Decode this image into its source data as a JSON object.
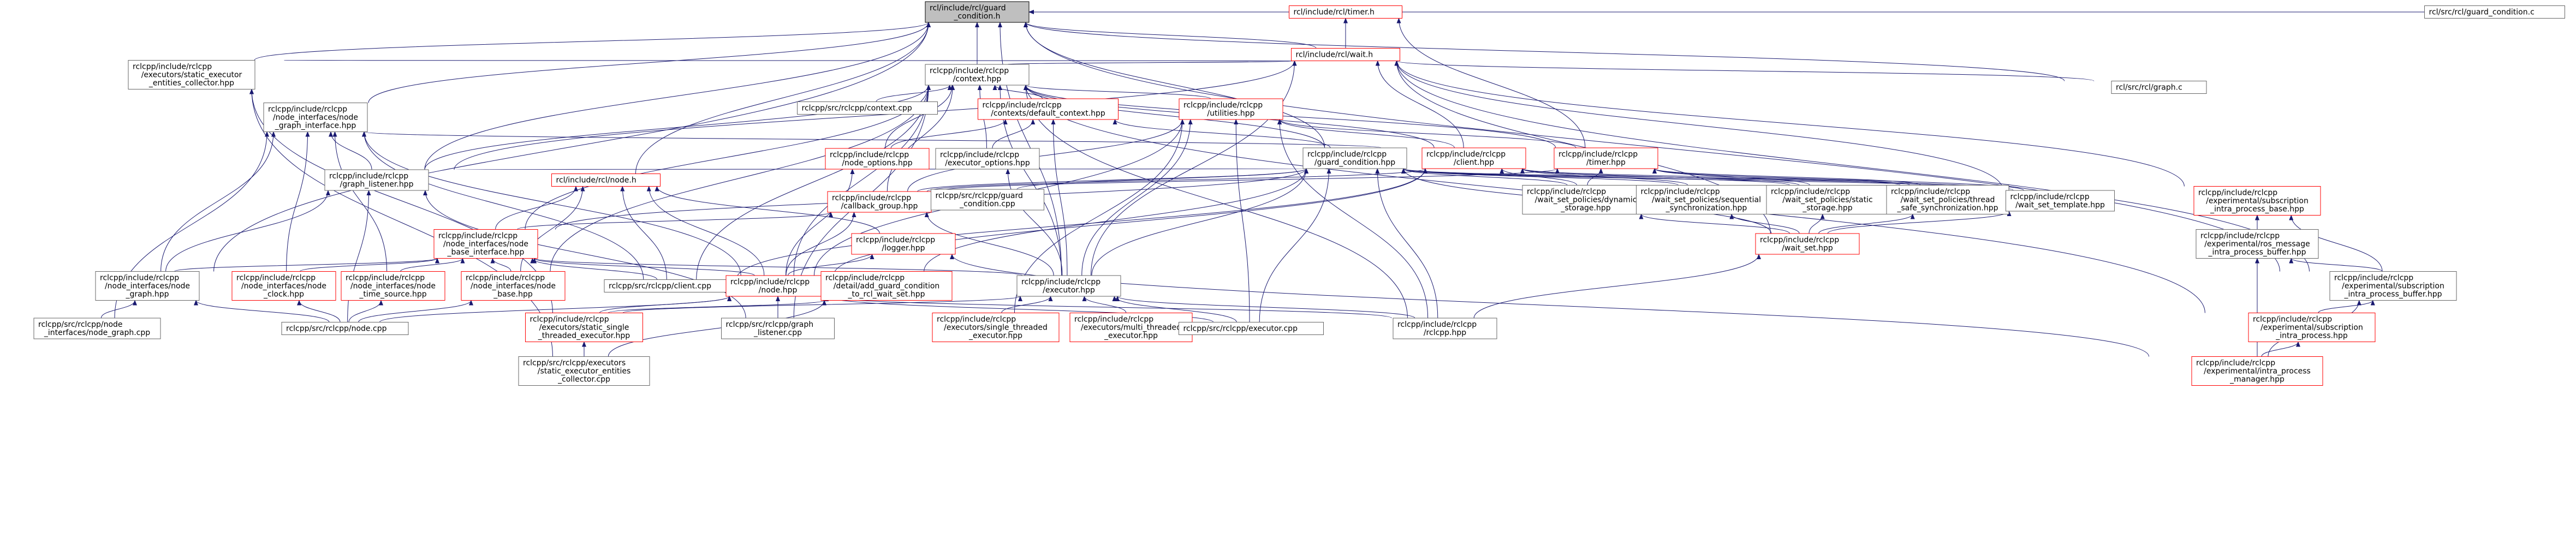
{
  "nodes": [
    {
      "id": "guard_condition_h",
      "lines": [
        "rcl/include/rcl/guard",
        "_condition.h"
      ],
      "root": true,
      "red": false
    },
    {
      "id": "timer_h",
      "lines": [
        "rcl/include/rcl/timer.h"
      ],
      "red": true
    },
    {
      "id": "wait_h",
      "lines": [
        "rcl/include/rcl/wait.h"
      ],
      "red": true
    },
    {
      "id": "guard_condition_c",
      "lines": [
        "rcl/src/rcl/guard_condition.c"
      ],
      "red": false
    },
    {
      "id": "graph_c",
      "lines": [
        "rcl/src/rcl/graph.c"
      ],
      "red": false
    },
    {
      "id": "static_executor_entities_collector_hpp",
      "lines": [
        "rclcpp/include/rclcpp",
        "/executors/static_executor",
        "_entities_collector.hpp"
      ],
      "red": false
    },
    {
      "id": "context_hpp",
      "lines": [
        "rclcpp/include/rclcpp",
        "/context.hpp"
      ],
      "red": false
    },
    {
      "id": "node_graph_interface_hpp",
      "lines": [
        "rclcpp/include/rclcpp",
        "/node_interfaces/node",
        "_graph_interface.hpp"
      ],
      "red": false
    },
    {
      "id": "context_cpp",
      "lines": [
        "rclcpp/src/rclcpp/context.cpp"
      ],
      "red": false
    },
    {
      "id": "default_context_hpp",
      "lines": [
        "rclcpp/include/rclcpp",
        "/contexts/default_context.hpp"
      ],
      "red": true
    },
    {
      "id": "utilities_hpp",
      "lines": [
        "rclcpp/include/rclcpp",
        "/utilities.hpp"
      ],
      "red": true
    },
    {
      "id": "node_options_hpp",
      "lines": [
        "rclcpp/include/rclcpp",
        "/node_options.hpp"
      ],
      "red": true
    },
    {
      "id": "executor_options_hpp",
      "lines": [
        "rclcpp/include/rclcpp",
        "/executor_options.hpp"
      ],
      "red": false
    },
    {
      "id": "guard_condition_hpp",
      "lines": [
        "rclcpp/include/rclcpp",
        "/guard_condition.hpp"
      ],
      "red": false
    },
    {
      "id": "client_hpp",
      "lines": [
        "rclcpp/include/rclcpp",
        "/client.hpp"
      ],
      "red": true
    },
    {
      "id": "timer_hpp",
      "lines": [
        "rclcpp/include/rclcpp",
        "/timer.hpp"
      ],
      "red": true
    },
    {
      "id": "graph_listener_hpp",
      "lines": [
        "rclcpp/include/rclcpp",
        "/graph_listener.hpp"
      ],
      "red": false
    },
    {
      "id": "node_h",
      "lines": [
        "rcl/include/rcl/node.h"
      ],
      "red": true
    },
    {
      "id": "callback_group_hpp",
      "lines": [
        "rclcpp/include/rclcpp",
        "/callback_group.hpp"
      ],
      "red": true
    },
    {
      "id": "guard_condition_cpp",
      "lines": [
        "rclcpp/src/rclcpp/guard",
        "_condition.cpp"
      ],
      "red": false
    },
    {
      "id": "dynamic_storage_hpp",
      "lines": [
        "rclcpp/include/rclcpp",
        "/wait_set_policies/dynamic",
        "_storage.hpp"
      ],
      "red": false
    },
    {
      "id": "sequential_sync_hpp",
      "lines": [
        "rclcpp/include/rclcpp",
        "/wait_set_policies/sequential",
        "_synchronization.hpp"
      ],
      "red": false
    },
    {
      "id": "static_storage_hpp",
      "lines": [
        "rclcpp/include/rclcpp",
        "/wait_set_policies/static",
        "_storage.hpp"
      ],
      "red": false
    },
    {
      "id": "thread_safe_sync_hpp",
      "lines": [
        "rclcpp/include/rclcpp",
        "/wait_set_policies/thread",
        "_safe_synchronization.hpp"
      ],
      "red": false
    },
    {
      "id": "wait_set_template_hpp",
      "lines": [
        "rclcpp/include/rclcpp",
        "/wait_set_template.hpp"
      ],
      "red": false
    },
    {
      "id": "subscription_intra_process_base_hpp",
      "lines": [
        "rclcpp/include/rclcpp",
        "/experimental/subscription",
        "_intra_process_base.hpp"
      ],
      "red": true
    },
    {
      "id": "node_base_interface_hpp",
      "lines": [
        "rclcpp/include/rclcpp",
        "/node_interfaces/node",
        "_base_interface.hpp"
      ],
      "red": true
    },
    {
      "id": "logger_hpp",
      "lines": [
        "rclcpp/include/rclcpp",
        "/logger.hpp"
      ],
      "red": true
    },
    {
      "id": "wait_set_hpp",
      "lines": [
        "rclcpp/include/rclcpp",
        "/wait_set.hpp"
      ],
      "red": true
    },
    {
      "id": "ros_message_intra_process_buffer_hpp",
      "lines": [
        "rclcpp/include/rclcpp",
        "/experimental/ros_message",
        "_intra_process_buffer.hpp"
      ],
      "red": false
    },
    {
      "id": "node_graph_hpp",
      "lines": [
        "rclcpp/include/rclcpp",
        "/node_interfaces/node",
        "_graph.hpp"
      ],
      "red": false
    },
    {
      "id": "node_clock_hpp",
      "lines": [
        "rclcpp/include/rclcpp",
        "/node_interfaces/node",
        "_clock.hpp"
      ],
      "red": true
    },
    {
      "id": "node_time_source_hpp",
      "lines": [
        "rclcpp/include/rclcpp",
        "/node_interfaces/node",
        "_time_source.hpp"
      ],
      "red": true
    },
    {
      "id": "node_base_hpp",
      "lines": [
        "rclcpp/include/rclcpp",
        "/node_interfaces/node",
        "_base.hpp"
      ],
      "red": true
    },
    {
      "id": "client_cpp",
      "lines": [
        "rclcpp/src/rclcpp/client.cpp"
      ],
      "red": false
    },
    {
      "id": "node_hpp",
      "lines": [
        "rclcpp/include/rclcpp",
        "/node.hpp"
      ],
      "red": true
    },
    {
      "id": "add_guard_condition_hpp",
      "lines": [
        "rclcpp/include/rclcpp",
        "/detail/add_guard_condition",
        "_to_rcl_wait_set.hpp"
      ],
      "red": true
    },
    {
      "id": "executor_hpp",
      "lines": [
        "rclcpp/include/rclcpp",
        "/executor.hpp"
      ],
      "red": false
    },
    {
      "id": "subscription_intra_process_buffer_hpp",
      "lines": [
        "rclcpp/include/rclcpp",
        "/experimental/subscription",
        "_intra_process_buffer.hpp"
      ],
      "red": false
    },
    {
      "id": "node_graph_cpp",
      "lines": [
        "rclcpp/src/rclcpp/node",
        "_interfaces/node_graph.cpp"
      ],
      "red": false
    },
    {
      "id": "node_cpp",
      "lines": [
        "rclcpp/src/rclcpp/node.cpp"
      ],
      "red": false
    },
    {
      "id": "static_single_threaded_executor_hpp",
      "lines": [
        "rclcpp/include/rclcpp",
        "/executors/static_single",
        "_threaded_executor.hpp"
      ],
      "red": true
    },
    {
      "id": "graph_listener_cpp",
      "lines": [
        "rclcpp/src/rclcpp/graph",
        "_listener.cpp"
      ],
      "red": false
    },
    {
      "id": "single_threaded_executor_hpp",
      "lines": [
        "rclcpp/include/rclcpp",
        "/executors/single_threaded",
        "_executor.hpp"
      ],
      "red": true
    },
    {
      "id": "multi_threaded_executor_hpp",
      "lines": [
        "rclcpp/include/rclcpp",
        "/executors/multi_threaded",
        "_executor.hpp"
      ],
      "red": true
    },
    {
      "id": "executor_cpp",
      "lines": [
        "rclcpp/src/rclcpp/executor.cpp"
      ],
      "red": false
    },
    {
      "id": "rclcpp_hpp",
      "lines": [
        "rclcpp/include/rclcpp",
        "/rclcpp.hpp"
      ],
      "red": false
    },
    {
      "id": "subscription_intra_process_hpp",
      "lines": [
        "rclcpp/include/rclcpp",
        "/experimental/subscription",
        "_intra_process.hpp"
      ],
      "red": true
    },
    {
      "id": "static_executor_entities_collector_cpp",
      "lines": [
        "rclcpp/src/rclcpp/executors",
        "/static_executor_entities",
        "_collector.cpp"
      ],
      "red": false
    },
    {
      "id": "intra_process_manager_hpp",
      "lines": [
        "rclcpp/include/rclcpp",
        "/experimental/intra_process",
        "_manager.hpp"
      ],
      "red": true
    }
  ],
  "edges": [
    [
      "guard_condition_c",
      "guard_condition_h"
    ],
    [
      "timer_h",
      "guard_condition_h"
    ],
    [
      "wait_h",
      "guard_condition_h"
    ],
    [
      "graph_c",
      "guard_condition_h"
    ],
    [
      "static_executor_entities_collector_hpp",
      "guard_condition_h"
    ],
    [
      "context_hpp",
      "guard_condition_h"
    ],
    [
      "node_graph_interface_hpp",
      "guard_condition_h"
    ],
    [
      "guard_condition_hpp",
      "guard_condition_h"
    ],
    [
      "graph_listener_hpp",
      "guard_condition_h"
    ],
    [
      "node_h",
      "guard_condition_h"
    ],
    [
      "node_graph_hpp",
      "guard_condition_h"
    ],
    [
      "executor_hpp",
      "guard_condition_h"
    ],
    [
      "subscription_intra_process_buffer_hpp",
      "guard_condition_h"
    ],
    [
      "wait_h",
      "timer_h"
    ],
    [
      "timer_hpp",
      "timer_h"
    ],
    [
      "graph_c",
      "wait_h"
    ],
    [
      "static_executor_entities_collector_hpp",
      "wait_h"
    ],
    [
      "context_hpp",
      "wait_h"
    ],
    [
      "client_hpp",
      "wait_h"
    ],
    [
      "graph_listener_hpp",
      "wait_h"
    ],
    [
      "wait_set_template_hpp",
      "wait_h"
    ],
    [
      "subscription_intra_process_base_hpp",
      "wait_h"
    ],
    [
      "subscription_intra_process_buffer_hpp",
      "wait_h"
    ],
    [
      "executor_hpp",
      "wait_h"
    ],
    [
      "wait_set_hpp",
      "wait_h"
    ],
    [
      "static_executor_entities_collector_cpp",
      "static_executor_entities_collector_hpp"
    ],
    [
      "static_single_threaded_executor_hpp",
      "static_executor_entities_collector_hpp"
    ],
    [
      "context_cpp",
      "context_hpp"
    ],
    [
      "default_context_hpp",
      "context_hpp"
    ],
    [
      "utilities_hpp",
      "context_hpp"
    ],
    [
      "node_options_hpp",
      "context_hpp"
    ],
    [
      "executor_options_hpp",
      "context_hpp"
    ],
    [
      "guard_condition_hpp",
      "context_hpp"
    ],
    [
      "client_hpp",
      "context_hpp"
    ],
    [
      "timer_hpp",
      "context_hpp"
    ],
    [
      "graph_listener_hpp",
      "context_hpp"
    ],
    [
      "callback_group_hpp",
      "context_hpp"
    ],
    [
      "node_base_interface_hpp",
      "context_hpp"
    ],
    [
      "node_hpp",
      "context_hpp"
    ],
    [
      "executor_hpp",
      "context_hpp"
    ],
    [
      "node_base_hpp",
      "context_hpp"
    ],
    [
      "client_cpp",
      "context_hpp"
    ],
    [
      "graph_listener_cpp",
      "context_hpp"
    ],
    [
      "subscription_intra_process_hpp",
      "context_hpp"
    ],
    [
      "rclcpp_hpp",
      "context_hpp"
    ],
    [
      "graph_listener_hpp",
      "node_graph_interface_hpp"
    ],
    [
      "node_graph_hpp",
      "node_graph_interface_hpp"
    ],
    [
      "node_clock_hpp",
      "node_graph_interface_hpp"
    ],
    [
      "node_time_source_hpp",
      "node_graph_interface_hpp"
    ],
    [
      "client_hpp",
      "node_graph_interface_hpp"
    ],
    [
      "node_hpp",
      "node_graph_interface_hpp"
    ],
    [
      "client_cpp",
      "node_graph_interface_hpp"
    ],
    [
      "node_graph_cpp",
      "node_graph_interface_hpp"
    ],
    [
      "node_options_hpp",
      "default_context_hpp"
    ],
    [
      "executor_options_hpp",
      "default_context_hpp"
    ],
    [
      "executor_hpp",
      "default_context_hpp"
    ],
    [
      "guard_condition_hpp",
      "default_context_hpp"
    ],
    [
      "timer_hpp",
      "utilities_hpp"
    ],
    [
      "client_hpp",
      "utilities_hpp"
    ],
    [
      "callback_group_hpp",
      "utilities_hpp"
    ],
    [
      "executor_hpp",
      "utilities_hpp"
    ],
    [
      "node_hpp",
      "utilities_hpp"
    ],
    [
      "rclcpp_hpp",
      "utilities_hpp"
    ],
    [
      "executor_cpp",
      "utilities_hpp"
    ],
    [
      "single_threaded_executor_hpp",
      "utilities_hpp"
    ],
    [
      "node_hpp",
      "node_options_hpp"
    ],
    [
      "executor_hpp",
      "executor_options_hpp"
    ],
    [
      "graph_listener_hpp",
      "guard_condition_hpp"
    ],
    [
      "callback_group_hpp",
      "guard_condition_hpp"
    ],
    [
      "dynamic_storage_hpp",
      "guard_condition_hpp"
    ],
    [
      "sequential_sync_hpp",
      "guard_condition_hpp"
    ],
    [
      "static_storage_hpp",
      "guard_condition_hpp"
    ],
    [
      "thread_safe_sync_hpp",
      "guard_condition_hpp"
    ],
    [
      "wait_set_template_hpp",
      "guard_condition_hpp"
    ],
    [
      "guard_condition_cpp",
      "guard_condition_hpp"
    ],
    [
      "add_guard_condition_hpp",
      "guard_condition_hpp"
    ],
    [
      "executor_hpp",
      "guard_condition_hpp"
    ],
    [
      "node_base_interface_hpp",
      "guard_condition_hpp"
    ],
    [
      "wait_set_hpp",
      "guard_condition_hpp"
    ],
    [
      "executor_cpp",
      "guard_condition_hpp"
    ],
    [
      "rclcpp_hpp",
      "guard_condition_hpp"
    ],
    [
      "callback_group_hpp",
      "client_hpp"
    ],
    [
      "dynamic_storage_hpp",
      "client_hpp"
    ],
    [
      "sequential_sync_hpp",
      "client_hpp"
    ],
    [
      "static_storage_hpp",
      "client_hpp"
    ],
    [
      "thread_safe_sync_hpp",
      "client_hpp"
    ],
    [
      "wait_set_template_hpp",
      "client_hpp"
    ],
    [
      "node_hpp",
      "client_hpp"
    ],
    [
      "client_cpp",
      "client_hpp"
    ],
    [
      "callback_group_hpp",
      "timer_hpp"
    ],
    [
      "dynamic_storage_hpp",
      "timer_hpp"
    ],
    [
      "static_storage_hpp",
      "timer_hpp"
    ],
    [
      "thread_safe_sync_hpp",
      "timer_hpp"
    ],
    [
      "wait_set_template_hpp",
      "timer_hpp"
    ],
    [
      "node_graph_hpp",
      "graph_listener_hpp"
    ],
    [
      "node_cpp",
      "graph_listener_hpp"
    ],
    [
      "graph_listener_cpp",
      "graph_listener_hpp"
    ],
    [
      "node_base_interface_hpp",
      "node_h"
    ],
    [
      "logger_hpp",
      "node_h"
    ],
    [
      "node_base_hpp",
      "node_h"
    ],
    [
      "client_cpp",
      "node_h"
    ],
    [
      "node_hpp",
      "node_h"
    ],
    [
      "node_base_interface_hpp",
      "callback_group_hpp"
    ],
    [
      "node_hpp",
      "callback_group_hpp"
    ],
    [
      "executor_hpp",
      "callback_group_hpp"
    ],
    [
      "wait_set_hpp",
      "dynamic_storage_hpp"
    ],
    [
      "wait_set_hpp",
      "sequential_sync_hpp"
    ],
    [
      "wait_set_hpp",
      "static_storage_hpp"
    ],
    [
      "wait_set_hpp",
      "thread_safe_sync_hpp"
    ],
    [
      "wait_set_hpp",
      "wait_set_template_hpp"
    ],
    [
      "ros_message_intra_process_buffer_hpp",
      "subscription_intra_process_base_hpp"
    ],
    [
      "subscription_intra_process_buffer_hpp",
      "subscription_intra_process_base_hpp"
    ],
    [
      "intra_process_manager_hpp",
      "subscription_intra_process_base_hpp"
    ],
    [
      "node_graph_hpp",
      "node_base_interface_hpp"
    ],
    [
      "node_clock_hpp",
      "node_base_interface_hpp"
    ],
    [
      "node_time_source_hpp",
      "node_base_interface_hpp"
    ],
    [
      "node_base_hpp",
      "node_base_interface_hpp"
    ],
    [
      "client_cpp",
      "node_base_interface_hpp"
    ],
    [
      "node_hpp",
      "node_base_interface_hpp"
    ],
    [
      "executor_hpp",
      "node_base_interface_hpp"
    ],
    [
      "node_hpp",
      "logger_hpp"
    ],
    [
      "intra_process_manager_hpp",
      "logger_hpp"
    ],
    [
      "rclcpp_hpp",
      "wait_set_hpp"
    ],
    [
      "subscription_intra_process_buffer_hpp",
      "ros_message_intra_process_buffer_hpp"
    ],
    [
      "intra_process_manager_hpp",
      "ros_message_intra_process_buffer_hpp"
    ],
    [
      "node_graph_cpp",
      "node_graph_hpp"
    ],
    [
      "node_cpp",
      "node_graph_hpp"
    ],
    [
      "node_cpp",
      "node_clock_hpp"
    ],
    [
      "node_cpp",
      "node_time_source_hpp"
    ],
    [
      "node_cpp",
      "node_base_hpp"
    ],
    [
      "node_cpp",
      "node_hpp"
    ],
    [
      "static_single_threaded_executor_hpp",
      "node_hpp"
    ],
    [
      "graph_listener_cpp",
      "node_hpp"
    ],
    [
      "executor_cpp",
      "node_hpp"
    ],
    [
      "rclcpp_hpp",
      "node_hpp"
    ],
    [
      "static_single_threaded_executor_hpp",
      "add_guard_condition_hpp"
    ],
    [
      "static_executor_entities_collector_cpp",
      "add_guard_condition_hpp"
    ],
    [
      "static_single_threaded_executor_hpp",
      "executor_hpp"
    ],
    [
      "single_threaded_executor_hpp",
      "executor_hpp"
    ],
    [
      "multi_threaded_executor_hpp",
      "executor_hpp"
    ],
    [
      "executor_cpp",
      "executor_hpp"
    ],
    [
      "rclcpp_hpp",
      "executor_hpp"
    ],
    [
      "subscription_intra_process_hpp",
      "subscription_intra_process_buffer_hpp"
    ],
    [
      "intra_process_manager_hpp",
      "subscription_intra_process_buffer_hpp"
    ],
    [
      "static_executor_entities_collector_cpp",
      "static_single_threaded_executor_hpp"
    ],
    [
      "intra_process_manager_hpp",
      "subscription_intra_process_hpp"
    ]
  ]
}
